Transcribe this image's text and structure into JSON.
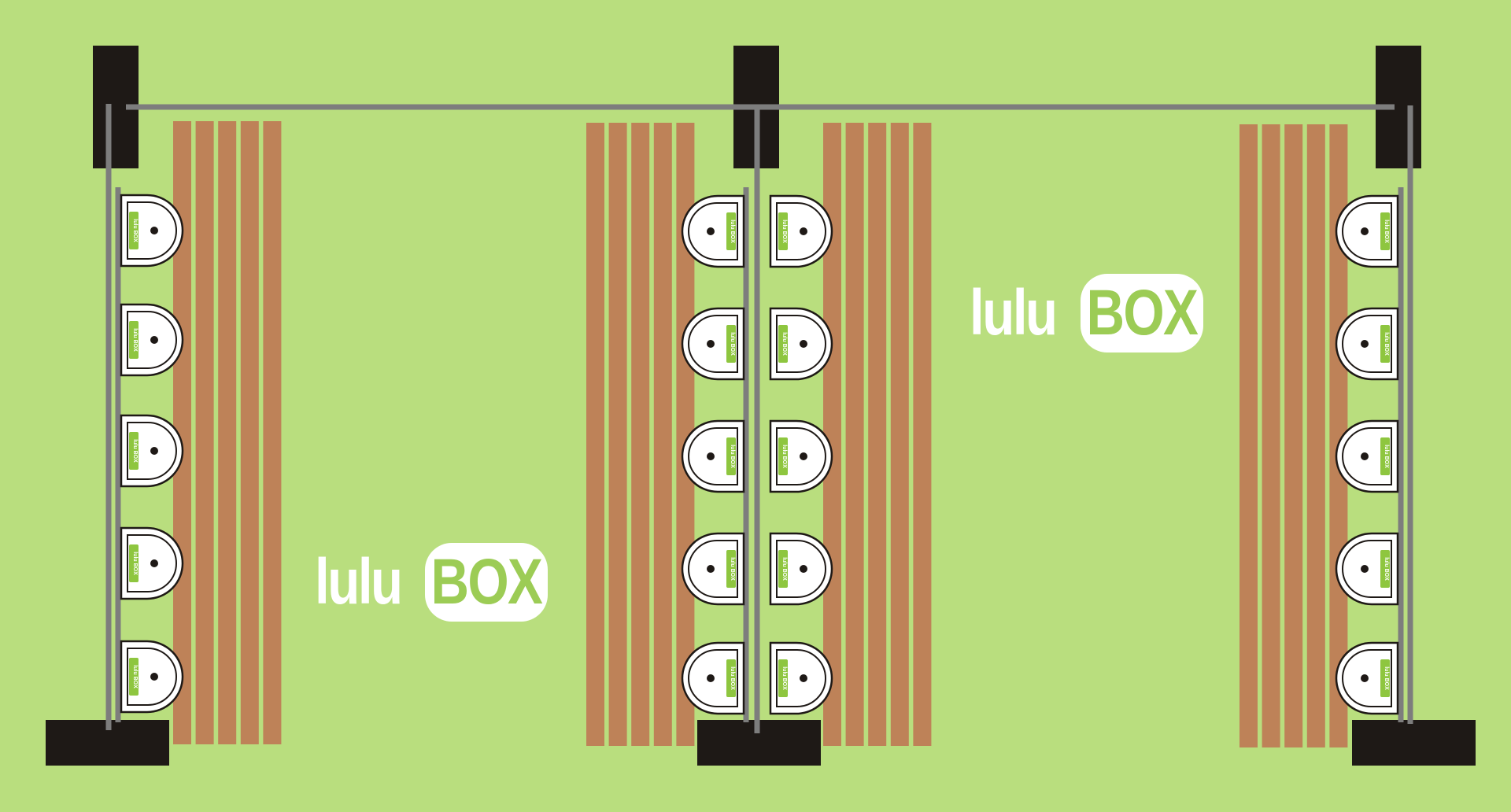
{
  "colors": {
    "background": "#b9de7e",
    "post": "#1e1916",
    "rail": "#7d7d7d",
    "plank": "#be8258",
    "plank_gap": "#b9de7e",
    "unit_fill": "#ffffff",
    "unit_stroke": "#1e1916",
    "unit_screen": "#8ec63f",
    "logo_text": "#ffffff",
    "logo_badge_text": "#9ccc55"
  },
  "logos": [
    {
      "word": "lulu",
      "badge": "BOX"
    },
    {
      "word": "lulu",
      "badge": "BOX"
    }
  ],
  "unit_label": {
    "word": "lulu",
    "badge": "BOX"
  }
}
